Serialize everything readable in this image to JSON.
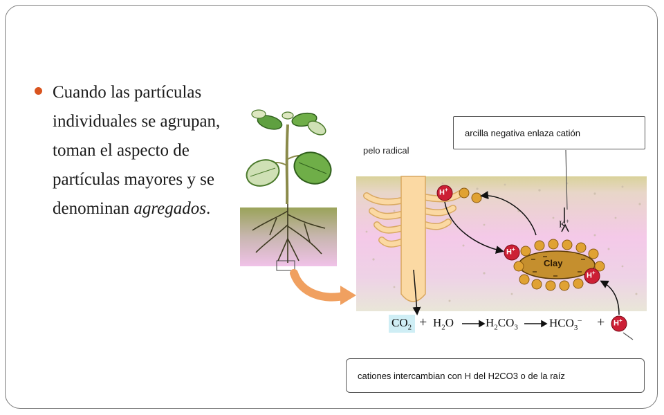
{
  "slide": {
    "bullet_text_main": "Cuando las partículas individuales se agrupan, toman el aspecto de partículas mayores y se denominan ",
    "bullet_text_italic": "agregados",
    "bullet_text_end": "."
  },
  "figure": {
    "callout_top": "arcilla negativa enlaza catión",
    "callout_bottom": "cationes intercambian con H del H2CO3 o de la raíz",
    "label_root_hair": "pelo radical",
    "label_clay": "Clay",
    "label_k": "K",
    "label_k_sup": "+",
    "hplus": "H",
    "hplus_sup": "+",
    "colors": {
      "soil_pink": "#f2c6e6",
      "clay_fill": "#c58f2e",
      "particle_fill": "#e0a233",
      "hplus_fill": "#cc1f35",
      "root_fill": "#fbd9a3",
      "arrow_orange": "#f0a060"
    },
    "equation": {
      "co2": "CO",
      "co2_sub": "2",
      "plus1": "+",
      "h2o_a": "H",
      "h2o_sub": "2",
      "h2o_b": "O",
      "h2co3_a": "H",
      "h2co3_sub1": "2",
      "h2co3_b": "CO",
      "h2co3_sub2": "3",
      "hco3": "HCO",
      "hco3_sub": "3",
      "hco3_sup": "–",
      "plus2": "+",
      "hplus": "H",
      "hplus_sup": "+"
    }
  }
}
